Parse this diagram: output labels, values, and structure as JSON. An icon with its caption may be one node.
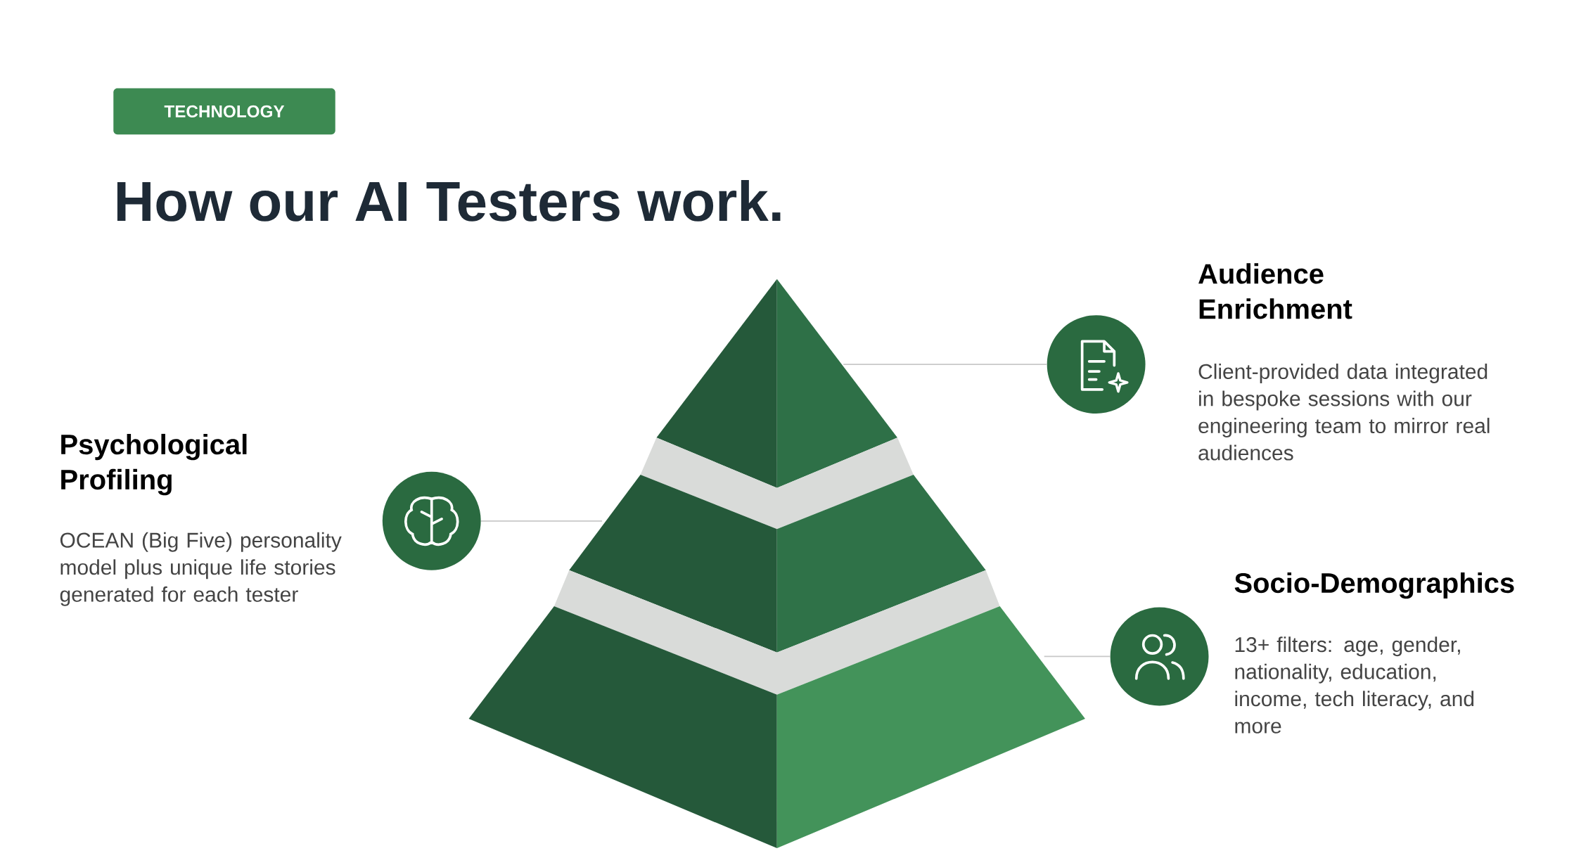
{
  "diagram": {
    "title": "How our AI Testers work.",
    "nodes": [
      {
        "text": [],
        "shape": "triangle"
      },
      {
        "text": [],
        "shape": "trapezoid"
      },
      {
        "text": [],
        "shape": "trapezoid"
      },
      {
        "text": [],
        "shape": "circle",
        "beside": [
          "Psychological Profiling",
          "OCEAN (Big Five) personality model plus unique life stories generated for each tester"
        ]
      },
      {
        "text": [],
        "shape": "circle",
        "beside": [
          "Audience Enrichment",
          "Client-provided data integrated in bespoke sessions with our engineering team to mirror real audiences"
        ]
      },
      {
        "text": [],
        "shape": "circle",
        "beside": [
          "Socio-Demographics",
          "13+ filters: age, gender, nationality, education, income, tech literacy, and more"
        ]
      },
      {
        "text": [
          "TECHNOLOGY"
        ]
      }
    ],
    "edges": [
      {
        "from": 4,
        "to": 0,
        "arrow": "none"
      },
      {
        "from": 3,
        "to": 1,
        "arrow": "none"
      },
      {
        "from": 5,
        "to": 2,
        "arrow": "none"
      }
    ]
  }
}
